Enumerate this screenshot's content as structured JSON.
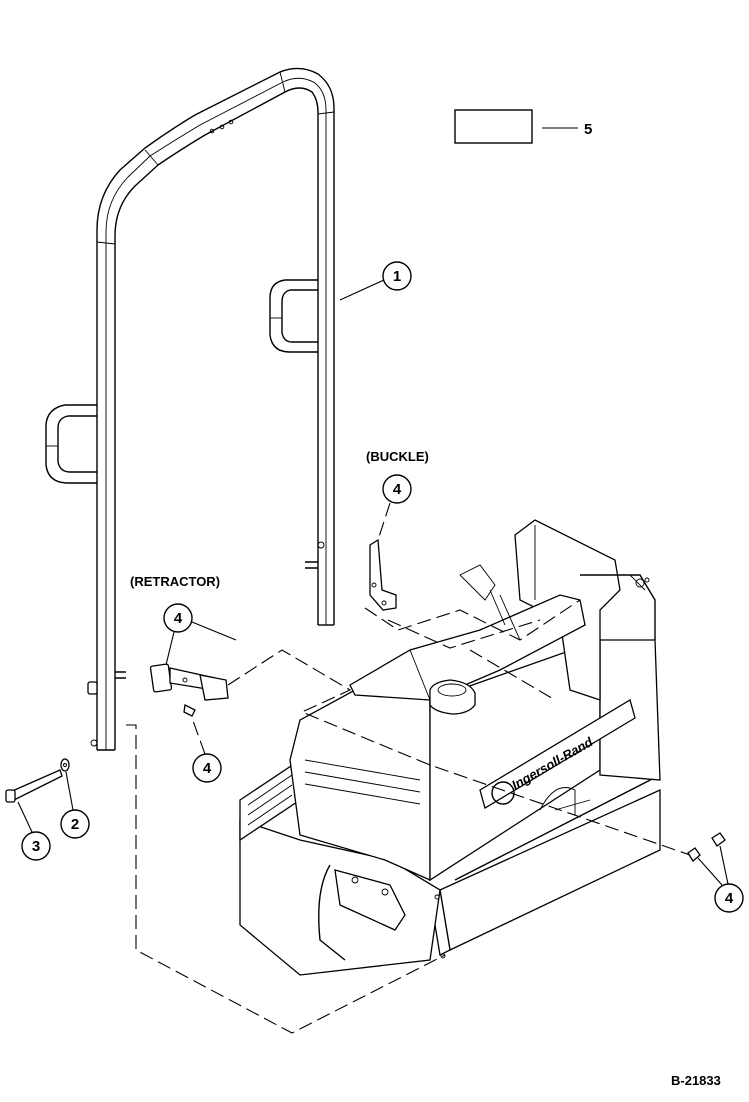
{
  "diagram": {
    "drawing_number": "B-21833",
    "labels": {
      "buckle": "(BUCKLE)",
      "retractor": "(RETRACTOR)"
    },
    "callouts": {
      "rops": "1",
      "washer": "2",
      "bolt": "3",
      "buckle_hardware": "4",
      "retractor_hardware": "4",
      "retractor_screw": "4",
      "mount_nuts": "4",
      "decal": "5"
    },
    "decal_brand": "Ingersoll-Rand"
  }
}
